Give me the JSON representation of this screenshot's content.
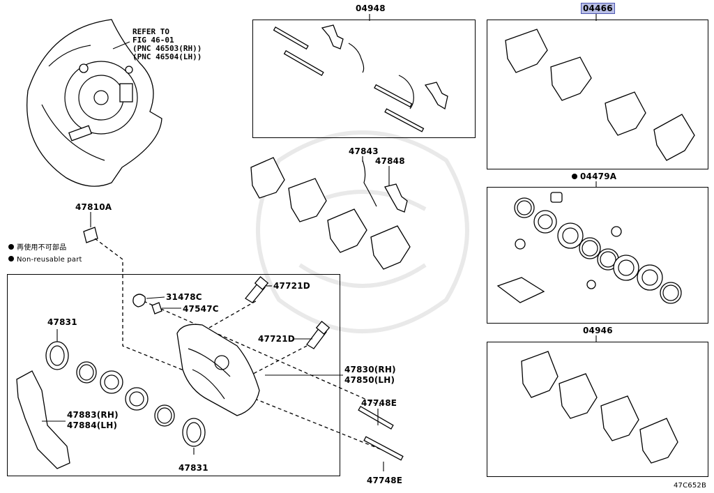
{
  "diagram": {
    "id_code": "47C652B",
    "labels": {
      "kit_04948": "04948",
      "kit_04466": "04466",
      "kit_04479a": "04479A",
      "kit_04946": "04946",
      "p47843": "47843",
      "p47848": "47848",
      "p47810a": "47810A",
      "p31478c": "31478C",
      "p47547c": "47547C",
      "p47721d_a": "47721D",
      "p47721d_b": "47721D",
      "p47831_a": "47831",
      "p47831_b": "47831",
      "p47830": "47830(RH)",
      "p47850": "47850(LH)",
      "p47883": "47883(RH)",
      "p47884": "47884(LH)",
      "p47748e_a": "47748E",
      "p47748e_b": "47748E"
    },
    "refer": [
      "REFER TO",
      "FIG 46-01",
      "(PNC 46503(RH))",
      "(PNC 46504(LH))"
    ],
    "legend": {
      "jp": "再使用不可部品",
      "en": "Non-reusable part"
    },
    "highlight_color": "#b9bfe6"
  }
}
